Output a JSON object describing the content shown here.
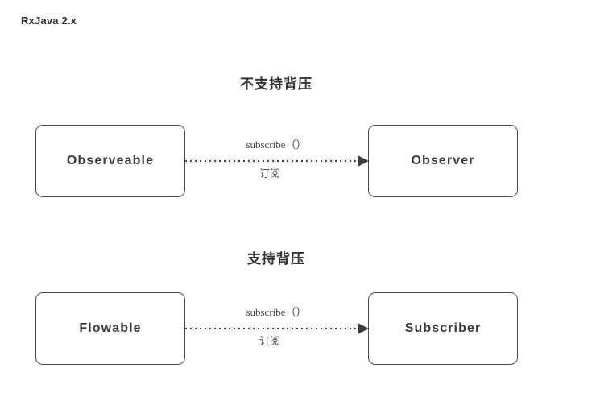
{
  "page": {
    "title": "RxJava 2.x",
    "background_color": "#ffffff",
    "stroke_color": "#4a4a4a",
    "text_color": "#3d3d3d"
  },
  "sections": [
    {
      "heading": "不支持背压",
      "source": {
        "label": "Observeable"
      },
      "target": {
        "label": "Observer"
      },
      "edge": {
        "label_top": "subscribe（）",
        "label_bottom": "订阅",
        "style": "dotted",
        "arrow": "filled-triangle"
      }
    },
    {
      "heading": "支持背压",
      "source": {
        "label": "Flowable"
      },
      "target": {
        "label": "Subscriber"
      },
      "edge": {
        "label_top": "subscribe（）",
        "label_bottom": "订阅",
        "style": "dotted",
        "arrow": "filled-triangle"
      }
    }
  ]
}
